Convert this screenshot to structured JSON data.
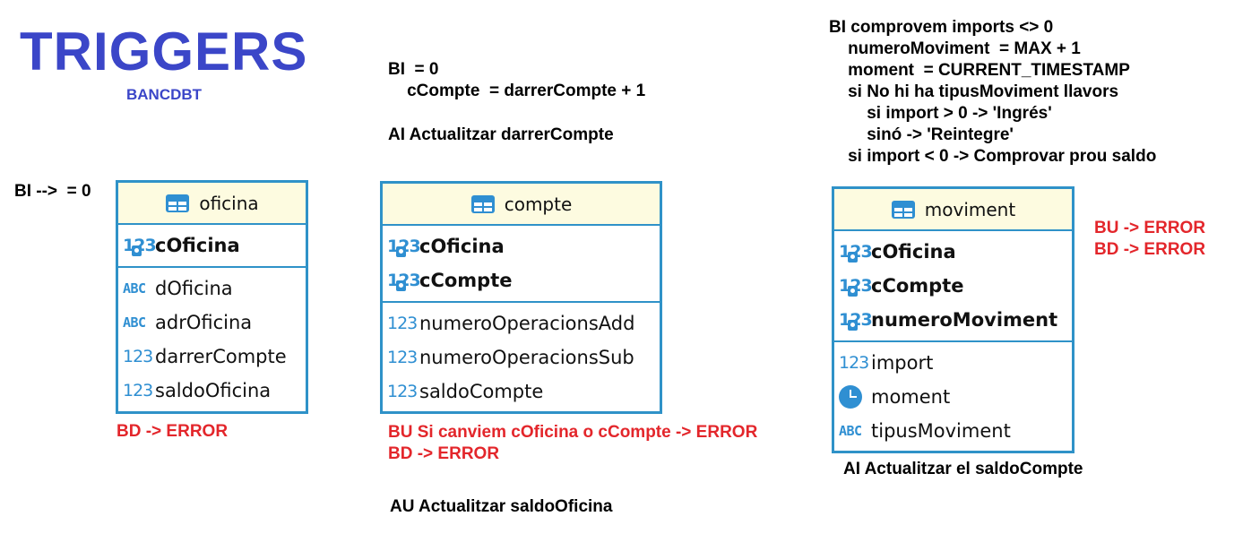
{
  "header": {
    "title": "TRIGGERS",
    "subtitle": "BANCDBT"
  },
  "notes": {
    "oficina_bi": "BI -->  = 0",
    "oficina_bd": "BD -> ERROR",
    "compte_bi": "BI  = 0\n    cCompte  = darrerCompte + 1",
    "compte_ai": "AI Actualitzar darrerCompte",
    "compte_bu": "BU Si canviem cOficina o cCompte -> ERROR",
    "compte_bd": "BD -> ERROR",
    "compte_au": "AU Actualitzar saldoOficina",
    "moviment_bi": "BI comprovem imports <> 0\n    numeroMoviment  = MAX + 1\n    moment  = CURRENT_TIMESTAMP\n    si No hi ha tipusMoviment llavors\n        si import > 0 -> 'Ingrés'\n        sinó -> 'Reintegre'\n    si import < 0 -> Comprovar prou saldo",
    "moviment_bu": "BU -> ERROR",
    "moviment_bd": "BD -> ERROR",
    "moviment_ai": "AI Actualitzar el saldoCompte"
  },
  "entities": {
    "oficina": {
      "name": "oficina",
      "keys": [
        "cOficina"
      ],
      "fields": [
        "dOficina",
        "adrOficina",
        "darrerCompte",
        "saldoOficina"
      ]
    },
    "compte": {
      "name": "compte",
      "keys": [
        "cOficina",
        "cCompte"
      ],
      "fields": [
        "numeroOperacionsAdd",
        "numeroOperacionsSub",
        "saldoCompte"
      ]
    },
    "moviment": {
      "name": "moviment",
      "keys": [
        "cOficina",
        "cCompte",
        "numeroMoviment"
      ],
      "fields": [
        "import",
        "moment",
        "tipusMoviment"
      ]
    }
  },
  "icons": {
    "table": "table-icon",
    "number": "number-icon",
    "key_number": "key-number-icon",
    "text": "text-icon",
    "text_key": "text-edit-icon",
    "time": "clock-icon"
  },
  "colors": {
    "accent": "#2f92c8",
    "title": "#3b46c8",
    "error": "#e3262b",
    "header_bg": "#fdfbe0"
  }
}
